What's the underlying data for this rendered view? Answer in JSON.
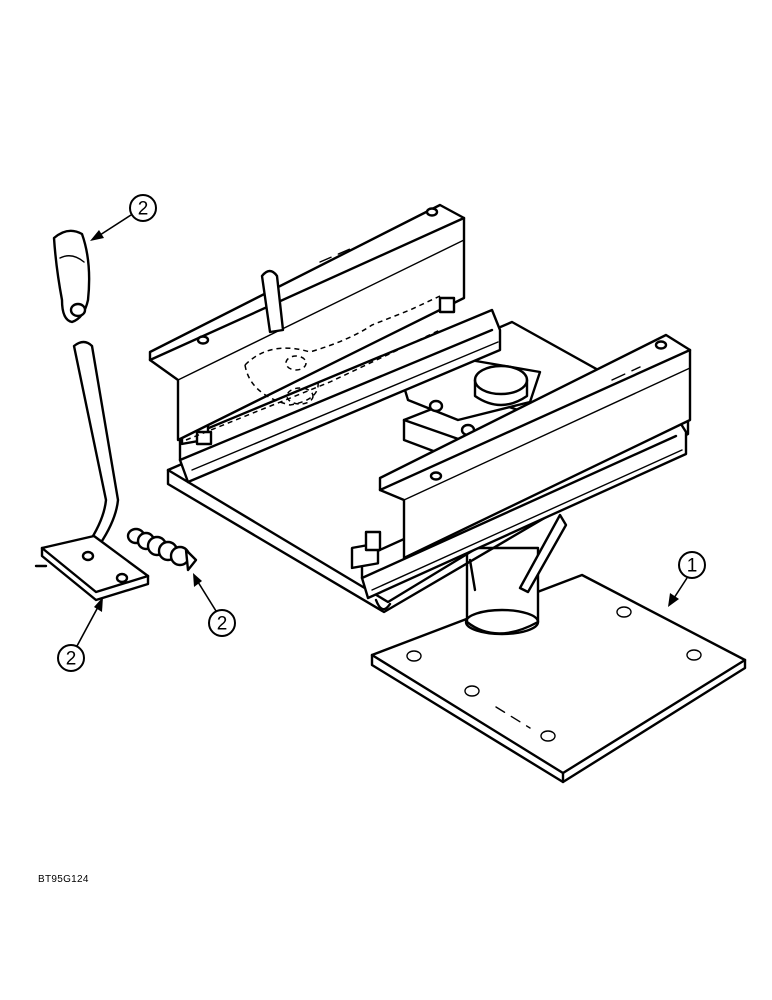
{
  "callouts": [
    {
      "number": "1",
      "refers_to": "seat pedestal base"
    },
    {
      "number": "2",
      "refers_to": "lever knob"
    },
    {
      "number": "2",
      "refers_to": "spring"
    },
    {
      "number": "2",
      "refers_to": "lever"
    }
  ],
  "figure_ref": "BT95G124",
  "colors": {
    "line": "#000000",
    "background": "#ffffff"
  }
}
